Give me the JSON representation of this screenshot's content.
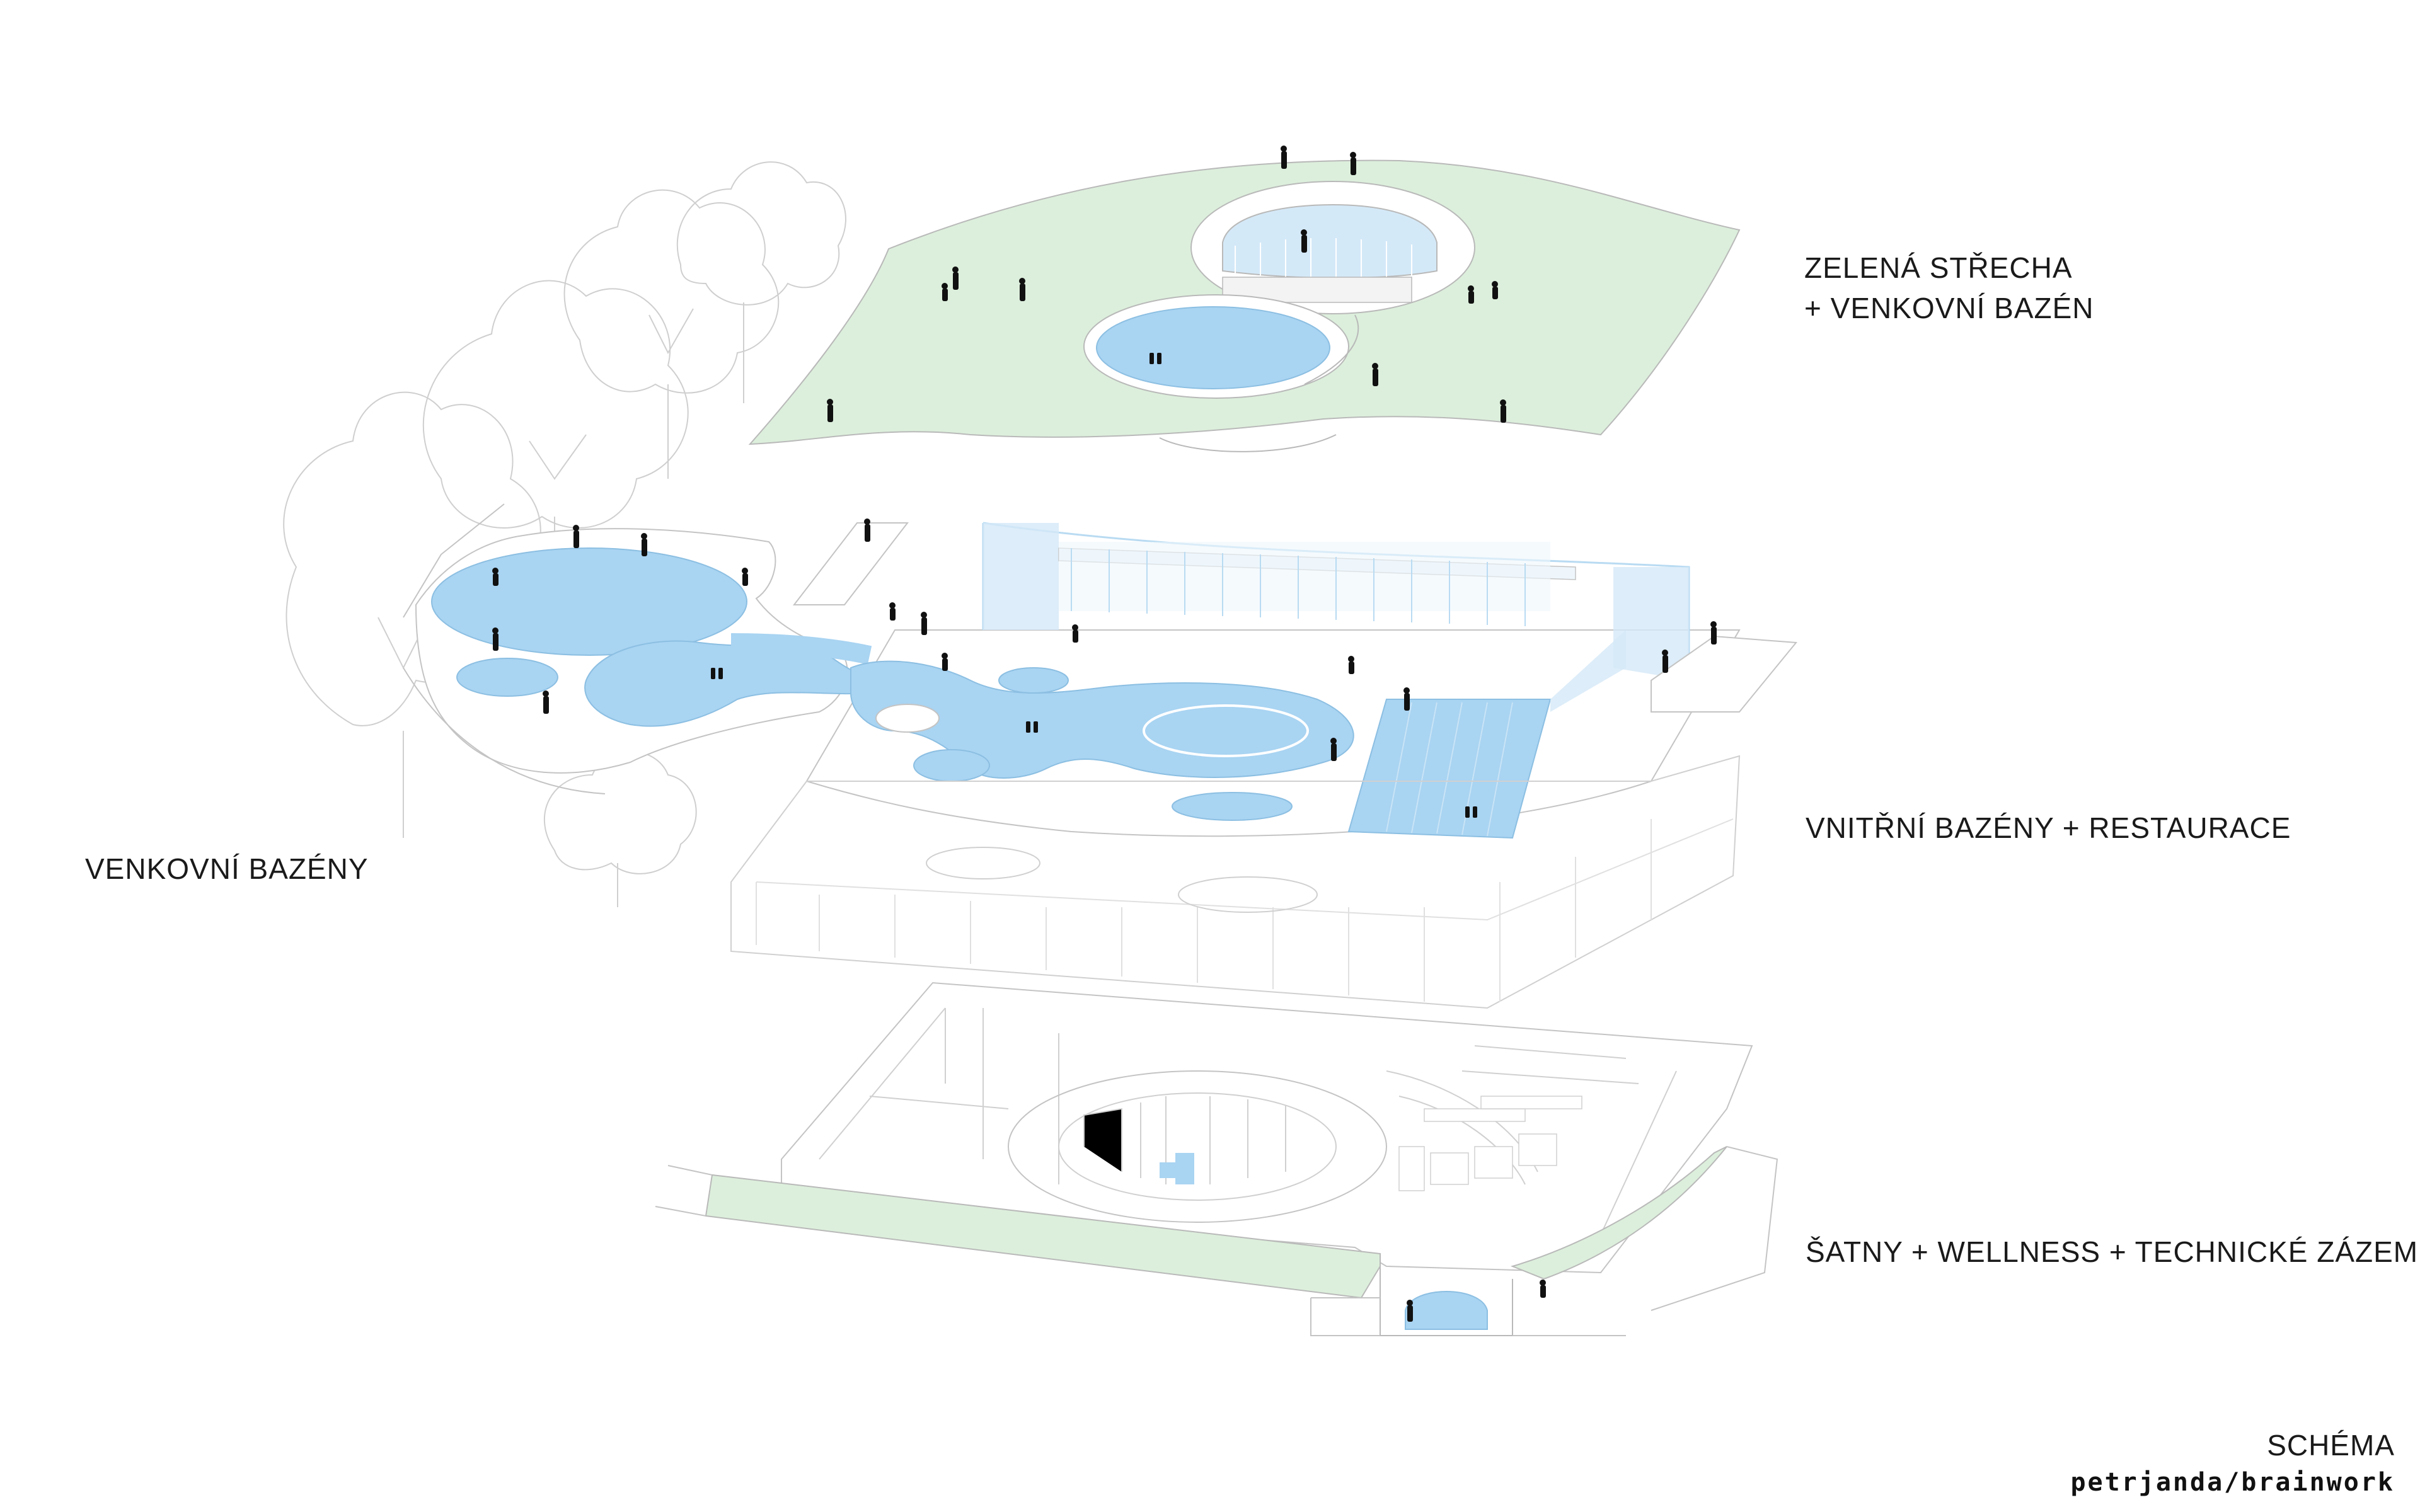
{
  "labels": {
    "roof_line1": "ZELENÁ STŘECHA",
    "roof_line2": "+ VENKOVNÍ BAZÉN",
    "indoor": "VNITŘNÍ BAZÉNY + RESTAURACE",
    "outdoor": "VENKOVNÍ BAZÉNY",
    "basement": "ŠATNY + WELLNESS + TECHNICKÉ ZÁZEMÍ",
    "schema": "SCHÉMA",
    "credit": "petrjanda/brainwork"
  },
  "colors": {
    "green": "#dcefdc",
    "water": "#a9d4f2",
    "water_light": "#d4e9f8",
    "line": "#b9b9b9",
    "figure": "#111111"
  }
}
